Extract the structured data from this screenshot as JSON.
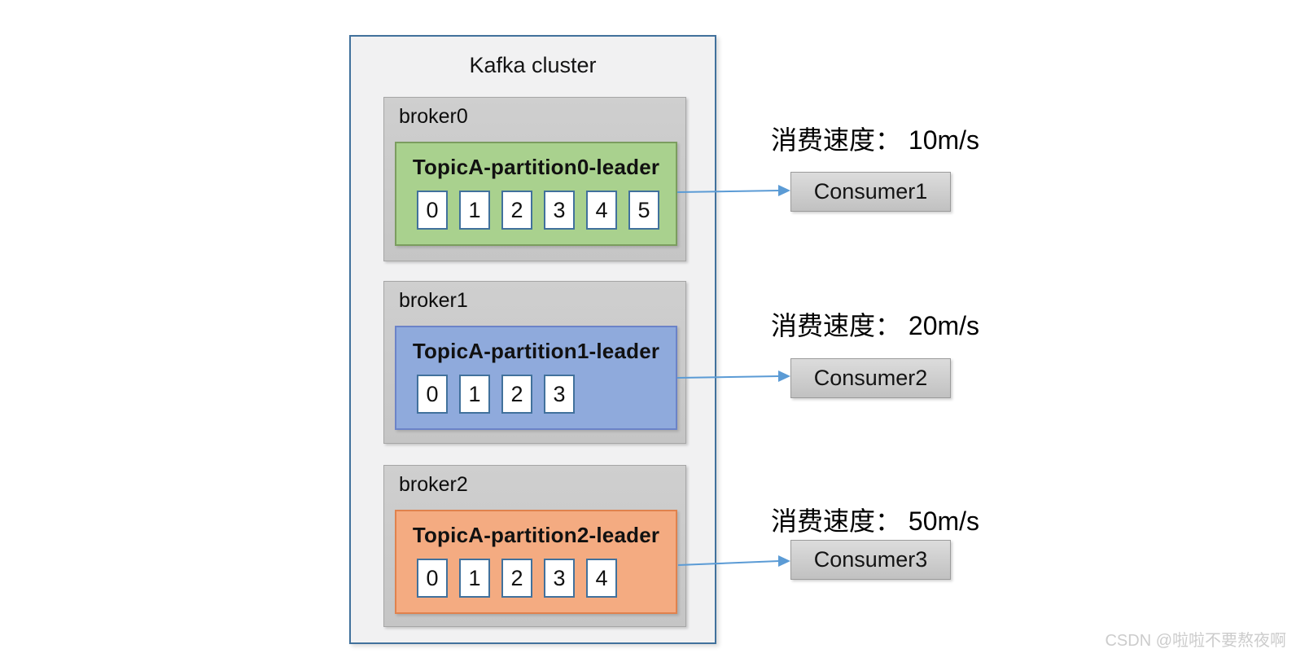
{
  "diagram": {
    "cluster_title": "Kafka cluster",
    "brokers": [
      {
        "label": "broker0",
        "partition": {
          "title": "TopicA-partition0-leader",
          "cells": [
            "0",
            "1",
            "2",
            "3",
            "4",
            "5"
          ],
          "fill": "#a9d18e",
          "border": "#7b9d5f"
        }
      },
      {
        "label": "broker1",
        "partition": {
          "title": "TopicA-partition1-leader",
          "cells": [
            "0",
            "1",
            "2",
            "3"
          ],
          "fill": "#8faadc",
          "border": "#6b83c8"
        }
      },
      {
        "label": "broker2",
        "partition": {
          "title": "TopicA-partition2-leader",
          "cells": [
            "0",
            "1",
            "2",
            "3",
            "4"
          ],
          "fill": "#f4ab81",
          "border": "#e0824d"
        }
      }
    ],
    "consumers": [
      {
        "speed_label": "消费速度： 10m/s",
        "name": "Consumer1"
      },
      {
        "speed_label": "消费速度： 20m/s",
        "name": "Consumer2"
      },
      {
        "speed_label": "消费速度： 50m/s",
        "name": "Consumer3"
      }
    ],
    "colors": {
      "arrow": "#5b9bd5",
      "cluster_border": "#41719c",
      "cell_border": "#41719c",
      "broker_fill": "#c9c9c9",
      "cluster_fill": "#f1f1f2"
    }
  },
  "watermark": "CSDN @啦啦不要熬夜啊"
}
